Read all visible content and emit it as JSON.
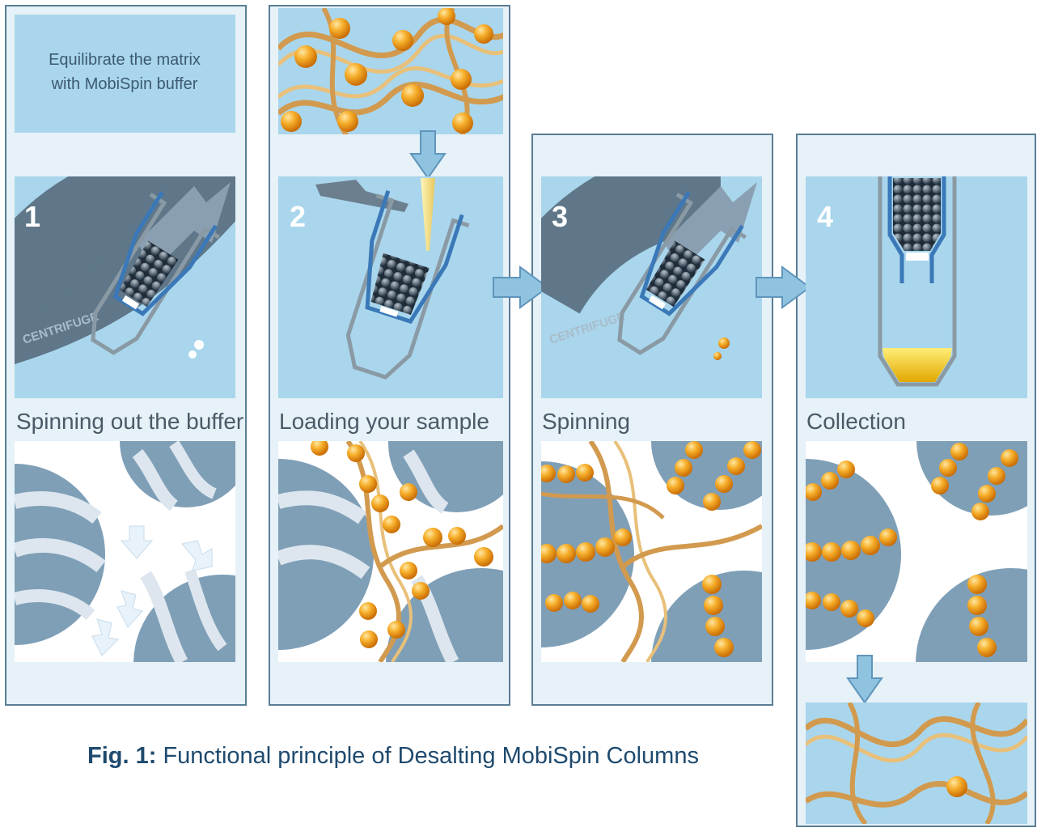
{
  "panels": [
    {
      "number": "1",
      "step_label": "Spinning out the buffer",
      "note": "Equilibrate the matrix\nwith MobiSpin buffer",
      "centrifuge_label": "CENTRIFUGE"
    },
    {
      "number": "2",
      "step_label": "Loading your sample"
    },
    {
      "number": "3",
      "step_label": "Spinning",
      "centrifuge_label": "CENTRIFUGE"
    },
    {
      "number": "4",
      "step_label": "Collection"
    }
  ],
  "caption": {
    "prefix": "Fig. 1:",
    "text": "Functional principle of Desalting MobiSpin Columns"
  },
  "colors": {
    "panel_bg": "#e6f1f8",
    "inner_bg": "#a9d6ec",
    "border": "#5a7d96",
    "bead": "#f0a020",
    "matrix": "#7f9fb7",
    "arrow": "#8fc3e0"
  }
}
